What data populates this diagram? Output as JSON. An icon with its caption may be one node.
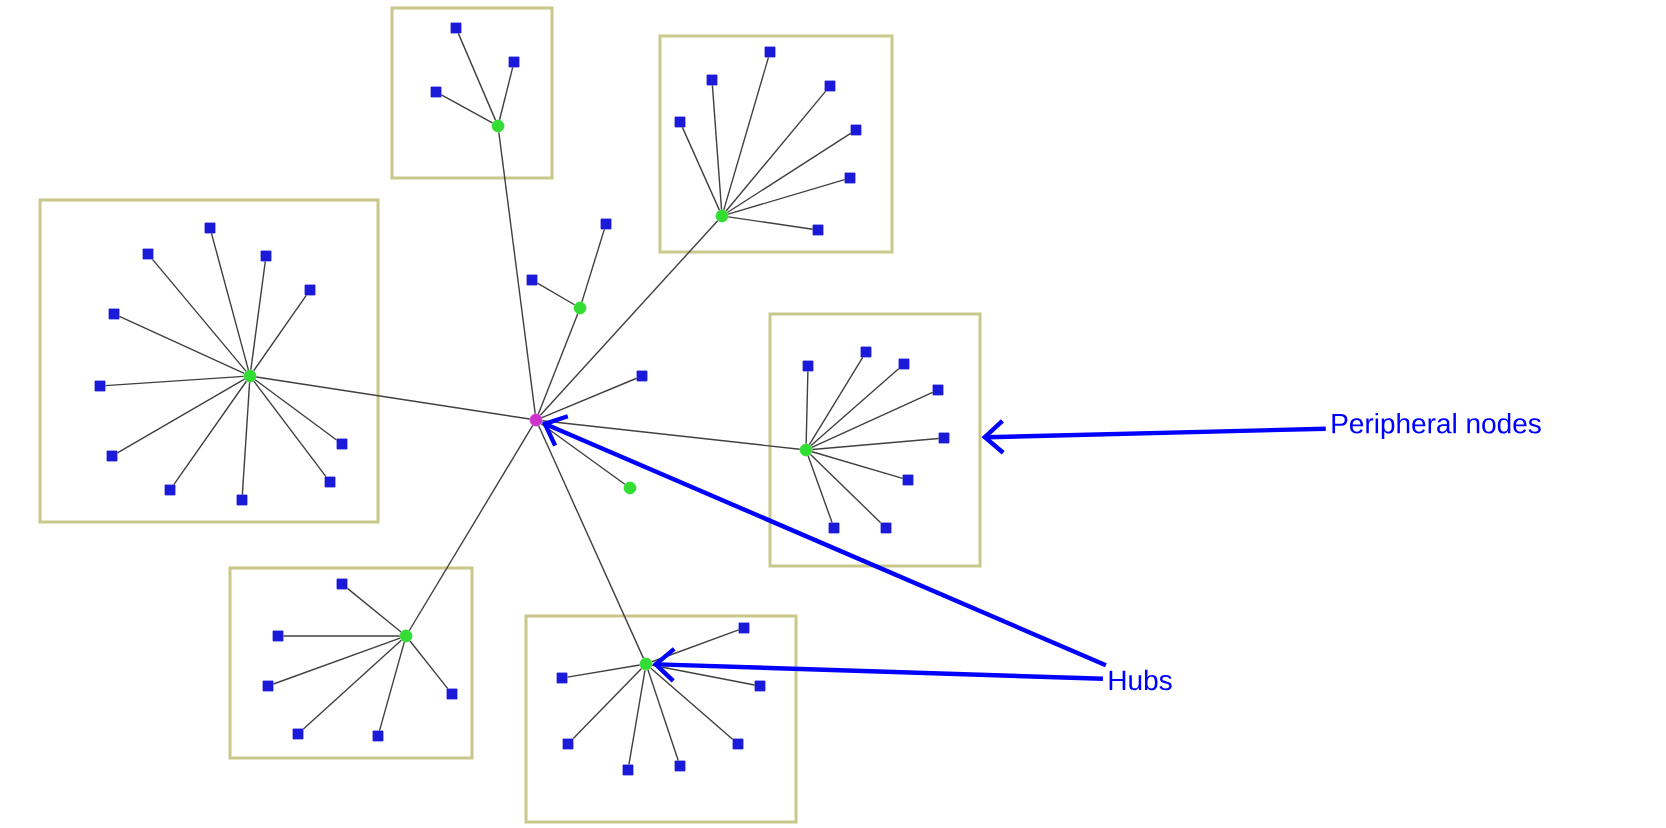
{
  "diagram": {
    "nodes": [
      {
        "text": [],
        "shape": "box"
      },
      {
        "text": [],
        "shape": "circle",
        "in": 0
      },
      {
        "text": [],
        "shape": "box",
        "in": 0
      },
      {
        "text": [],
        "shape": "box",
        "in": 0
      },
      {
        "text": [],
        "shape": "box",
        "in": 0
      },
      {
        "text": [],
        "shape": "box"
      },
      {
        "text": [],
        "shape": "circle",
        "in": 5
      },
      {
        "text": [],
        "shape": "box",
        "in": 5
      },
      {
        "text": [],
        "shape": "box",
        "in": 5
      },
      {
        "text": [],
        "shape": "box",
        "in": 5
      },
      {
        "text": [],
        "shape": "box",
        "in": 5
      },
      {
        "text": [],
        "shape": "box",
        "in": 5
      },
      {
        "text": [],
        "shape": "box",
        "in": 5
      },
      {
        "text": [],
        "shape": "box",
        "in": 5
      },
      {
        "text": [],
        "shape": "box"
      },
      {
        "text": [],
        "shape": "circle",
        "in": 14
      },
      {
        "text": [],
        "shape": "box",
        "in": 14
      },
      {
        "text": [],
        "shape": "box",
        "in": 14
      },
      {
        "text": [],
        "shape": "box",
        "in": 14
      },
      {
        "text": [],
        "shape": "box",
        "in": 14
      },
      {
        "text": [],
        "shape": "box",
        "in": 14
      },
      {
        "text": [],
        "shape": "box",
        "in": 14
      },
      {
        "text": [],
        "shape": "box",
        "in": 14
      },
      {
        "text": [],
        "shape": "box",
        "in": 14
      },
      {
        "text": [],
        "shape": "box",
        "in": 14
      },
      {
        "text": [],
        "shape": "box",
        "in": 14
      },
      {
        "text": [],
        "shape": "box",
        "in": 14
      },
      {
        "text": [],
        "shape": "box"
      },
      {
        "text": [],
        "shape": "circle"
      },
      {
        "text": [],
        "shape": "box"
      },
      {
        "text": [],
        "shape": "circle"
      },
      {
        "text": [],
        "shape": "box"
      },
      {
        "text": [],
        "shape": "box"
      },
      {
        "text": [],
        "shape": "circle",
        "in": 32
      },
      {
        "text": [],
        "shape": "box",
        "in": 32
      },
      {
        "text": [],
        "shape": "box",
        "in": 32
      },
      {
        "text": [],
        "shape": "box",
        "in": 32
      },
      {
        "text": [],
        "shape": "box",
        "in": 32
      },
      {
        "text": [],
        "shape": "box",
        "in": 32
      },
      {
        "text": [],
        "shape": "box",
        "in": 32
      },
      {
        "text": [],
        "shape": "box",
        "in": 32
      },
      {
        "text": [],
        "shape": "box",
        "in": 32
      },
      {
        "text": [
          "Peripheral nodes"
        ]
      },
      {
        "text": [],
        "shape": "circle"
      },
      {
        "text": [],
        "shape": "box"
      },
      {
        "text": [],
        "shape": "circle",
        "in": 44
      },
      {
        "text": [],
        "shape": "box",
        "in": 44
      },
      {
        "text": [],
        "shape": "box",
        "in": 44
      },
      {
        "text": [],
        "shape": "box",
        "in": 44
      },
      {
        "text": [],
        "shape": "box",
        "in": 44
      },
      {
        "text": [],
        "shape": "box",
        "in": 44
      },
      {
        "text": [],
        "shape": "box",
        "in": 44
      },
      {
        "text": [],
        "shape": "box"
      },
      {
        "text": [],
        "shape": "circle",
        "in": 52
      },
      {
        "text": [],
        "shape": "box",
        "in": 52
      },
      {
        "text": [],
        "shape": "box",
        "in": 52
      },
      {
        "text": [],
        "shape": "box",
        "in": 52
      },
      {
        "text": [],
        "shape": "box",
        "in": 52
      },
      {
        "text": [],
        "shape": "box",
        "in": 52
      },
      {
        "text": [],
        "shape": "box",
        "in": 52
      },
      {
        "text": [],
        "shape": "box",
        "in": 52
      },
      {
        "text": [
          "Hubs"
        ]
      }
    ],
    "edges": [
      {
        "from": 1,
        "to": 2,
        "arrow": "none"
      },
      {
        "from": 1,
        "to": 3,
        "arrow": "none"
      },
      {
        "from": 1,
        "to": 4,
        "arrow": "none"
      },
      {
        "from": 6,
        "to": 7,
        "arrow": "none"
      },
      {
        "from": 6,
        "to": 8,
        "arrow": "none"
      },
      {
        "from": 6,
        "to": 9,
        "arrow": "none"
      },
      {
        "from": 6,
        "to": 10,
        "arrow": "none"
      },
      {
        "from": 6,
        "to": 11,
        "arrow": "none"
      },
      {
        "from": 6,
        "to": 12,
        "arrow": "none"
      },
      {
        "from": 6,
        "to": 13,
        "arrow": "none"
      },
      {
        "from": 15,
        "to": 16,
        "arrow": "none"
      },
      {
        "from": 15,
        "to": 17,
        "arrow": "none"
      },
      {
        "from": 15,
        "to": 18,
        "arrow": "none"
      },
      {
        "from": 15,
        "to": 19,
        "arrow": "none"
      },
      {
        "from": 15,
        "to": 20,
        "arrow": "none"
      },
      {
        "from": 15,
        "to": 21,
        "arrow": "none"
      },
      {
        "from": 15,
        "to": 22,
        "arrow": "none"
      },
      {
        "from": 15,
        "to": 23,
        "arrow": "none"
      },
      {
        "from": 15,
        "to": 24,
        "arrow": "none"
      },
      {
        "from": 15,
        "to": 25,
        "arrow": "none"
      },
      {
        "from": 15,
        "to": 26,
        "arrow": "none"
      },
      {
        "from": 28,
        "to": 27,
        "arrow": "none"
      },
      {
        "from": 28,
        "to": 29,
        "arrow": "none"
      },
      {
        "from": 30,
        "to": 1,
        "arrow": "none"
      },
      {
        "from": 30,
        "to": 6,
        "arrow": "none"
      },
      {
        "from": 30,
        "to": 15,
        "arrow": "none"
      },
      {
        "from": 30,
        "to": 28,
        "arrow": "none"
      },
      {
        "from": 30,
        "to": 31,
        "arrow": "none"
      },
      {
        "from": 30,
        "to": 33,
        "arrow": "none"
      },
      {
        "from": 30,
        "to": 43,
        "arrow": "none"
      },
      {
        "from": 30,
        "to": 45,
        "arrow": "none"
      },
      {
        "from": 30,
        "to": 53,
        "arrow": "none"
      },
      {
        "from": 33,
        "to": 34,
        "arrow": "none"
      },
      {
        "from": 33,
        "to": 35,
        "arrow": "none"
      },
      {
        "from": 33,
        "to": 36,
        "arrow": "none"
      },
      {
        "from": 33,
        "to": 37,
        "arrow": "none"
      },
      {
        "from": 33,
        "to": 38,
        "arrow": "none"
      },
      {
        "from": 33,
        "to": 39,
        "arrow": "none"
      },
      {
        "from": 33,
        "to": 40,
        "arrow": "none"
      },
      {
        "from": 33,
        "to": 41,
        "arrow": "none"
      },
      {
        "from": 45,
        "to": 46,
        "arrow": "none"
      },
      {
        "from": 45,
        "to": 47,
        "arrow": "none"
      },
      {
        "from": 45,
        "to": 48,
        "arrow": "none"
      },
      {
        "from": 45,
        "to": 49,
        "arrow": "none"
      },
      {
        "from": 45,
        "to": 50,
        "arrow": "none"
      },
      {
        "from": 45,
        "to": 51,
        "arrow": "none"
      },
      {
        "from": 53,
        "to": 54,
        "arrow": "none"
      },
      {
        "from": 53,
        "to": 55,
        "arrow": "none"
      },
      {
        "from": 53,
        "to": 56,
        "arrow": "none"
      },
      {
        "from": 53,
        "to": 57,
        "arrow": "none"
      },
      {
        "from": 53,
        "to": 58,
        "arrow": "none"
      },
      {
        "from": 53,
        "to": 59,
        "arrow": "none"
      },
      {
        "from": 53,
        "to": 60,
        "arrow": "none"
      },
      {
        "from": 42,
        "to": 32,
        "arrow": "to",
        "style": "thick",
        "color": "#0000ff"
      },
      {
        "from": 61,
        "to": 30,
        "arrow": "to",
        "style": "thick",
        "color": "#0000ff"
      },
      {
        "from": 61,
        "to": 53,
        "arrow": "to",
        "style": "thick",
        "color": "#0000ff"
      }
    ]
  }
}
